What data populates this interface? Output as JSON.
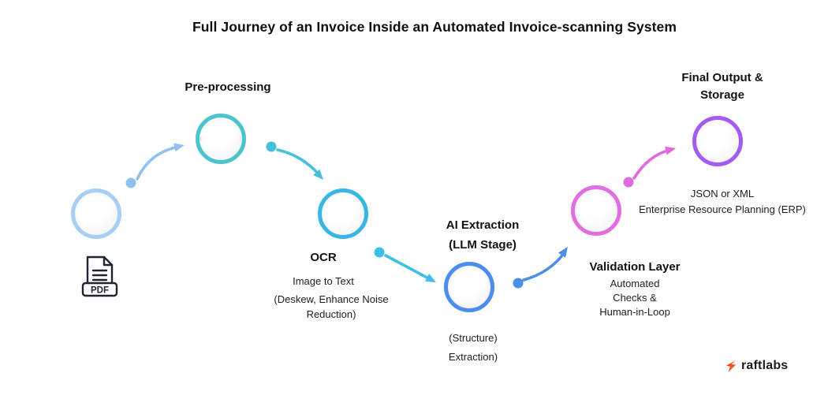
{
  "title": "Full Journey of an Invoice Inside an Automated Invoice-scanning System",
  "stages": {
    "input": {
      "badge": "PDF"
    },
    "preprocessing": {
      "label": "Pre-processing"
    },
    "ocr": {
      "label": "OCR",
      "sub1": "Image to Text",
      "sub2": "(Deskew, Enhance Noise",
      "sub3": "Reduction)"
    },
    "ai_extraction": {
      "label1": "AI Extraction",
      "label2": "(LLM Stage)",
      "sub1": "(Structure)",
      "sub2": "Extraction)"
    },
    "validation": {
      "label": "Validation Layer",
      "sub1": "Automated",
      "sub2": "Checks &",
      "sub3": "Human-in-Loop"
    },
    "output": {
      "label1": "Final Output &",
      "label2": "Storage",
      "sub1": "JSON or XML",
      "sub2": "Enterprise Resource Planning (ERP)"
    }
  },
  "colors": {
    "input_circle": "#A9CEF4",
    "preprocessing_circle": "#4AC4CE",
    "ocr_circle": "#38B7E5",
    "ai_circle": "#4D8CF1",
    "validation_circle": "#E26FE1",
    "output_circle": "#A35BF4",
    "arrow_1": "#8FC2F2",
    "arrow_2": "#45C1DA",
    "arrow_3": "#3EBEE9",
    "arrow_4": "#4A8FE8",
    "arrow_5": "#DF6ADD",
    "pdf_icon": "#1E2430",
    "logo_mark": "#F05023",
    "logo_text": "#1D1D1F"
  },
  "logo": {
    "text": "raftlabs"
  }
}
